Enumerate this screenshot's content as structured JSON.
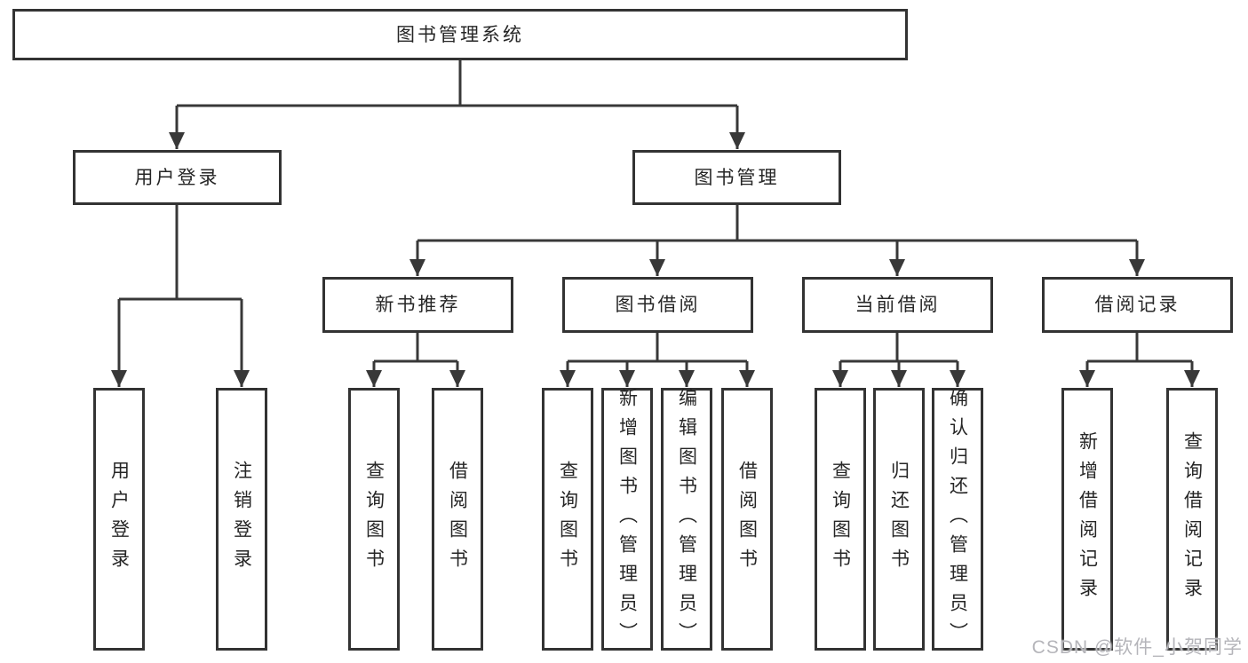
{
  "colors": {
    "line": "#383838",
    "box_border": "#333333",
    "text": "#262626",
    "watermark": "#b5b5ba",
    "background": "#ffffff"
  },
  "diagram": {
    "type": "hierarchy-tree",
    "root": {
      "label": "图书管理系统",
      "children": [
        {
          "label": "用户登录",
          "children": [
            {
              "label": "用户登录"
            },
            {
              "label": "注销登录"
            }
          ]
        },
        {
          "label": "图书管理",
          "children": [
            {
              "label": "新书推荐",
              "children": [
                {
                  "label": "查询图书"
                },
                {
                  "label": "借阅图书"
                }
              ]
            },
            {
              "label": "图书借阅",
              "children": [
                {
                  "label": "查询图书"
                },
                {
                  "label": "新增图书（管理员）"
                },
                {
                  "label": "编辑图书（管理员）"
                },
                {
                  "label": "借阅图书"
                }
              ]
            },
            {
              "label": "当前借阅",
              "children": [
                {
                  "label": "查询图书"
                },
                {
                  "label": "归还图书"
                },
                {
                  "label": "确认归还（管理员）"
                }
              ]
            },
            {
              "label": "借阅记录",
              "children": [
                {
                  "label": "新增借阅记录"
                },
                {
                  "label": "查询借阅记录"
                }
              ]
            }
          ]
        }
      ]
    }
  },
  "watermark": {
    "text": "CSDN @软件_小贺同学"
  }
}
